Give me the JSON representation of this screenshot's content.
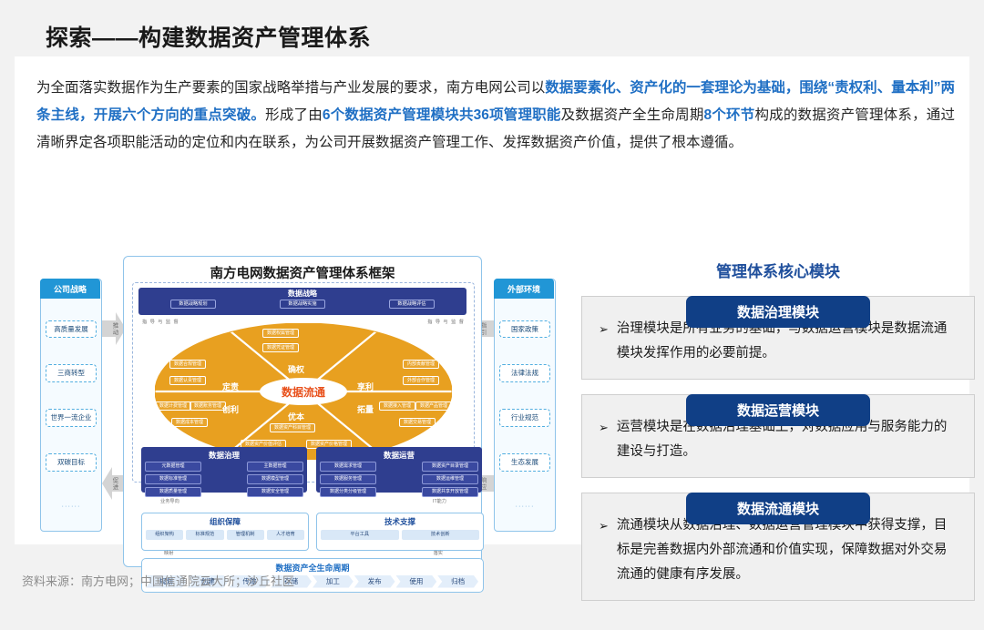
{
  "slide": {
    "title": "探索——构建数据资产管理体系",
    "footer": "资料来源：南方电网；中国信通院云大所；沙丘社区"
  },
  "paragraph": {
    "p1": "为全面落实数据作为生产要素的国家战略举措与产业发展的要求，南方电网公司以",
    "h1": "数据要素化、资产化的一套理论为基础，围绕“责权利、量本利”两条主线，开展六个方向的重点突破。",
    "p2": "形成了由",
    "h2": "6个数据资产管理模块共36项管理职能",
    "p3": "及数据资产全生命周期",
    "h3": "8个环节",
    "p4": "构成的数据资产管理体系，通过清晰界定各项职能活动的定位和内在联系，为公司开展数据资产管理工作、发挥数据资产价值，提供了根本遵循。"
  },
  "figure": {
    "title": "南方电网数据资产管理体系框架",
    "strategy": {
      "header": "数据战略",
      "items": [
        "数据战略规划",
        "数据战略实施",
        "数据战略评估"
      ]
    },
    "guide_left": "指 导 与 监 督",
    "guide_right": "指 导 与 监 督",
    "support_left": "支撑",
    "require_left": "要求",
    "require_right": "要求",
    "support_right": "支撑",
    "core": "数据流通",
    "directions": {
      "dingze": "定责",
      "quequan": "确权",
      "xiangli": "享利",
      "chuangli": "创利",
      "youben": "优本",
      "tuoliang": "拓量"
    },
    "chips": {
      "quequan": [
        "数据权属管理",
        "数据凭证管理"
      ],
      "dingze": [
        "数据合规管理",
        "数据认责管理"
      ],
      "xiangli": [
        "内部贡献管理",
        "外部合作管理"
      ],
      "chuangli": [
        "数据计费管理",
        "数据账务管理",
        "数据成本管理"
      ],
      "tuoliang": [
        "数据接入管理",
        "数据产品管理",
        "数据交易管理"
      ],
      "youben": [
        "数据资产科目管理",
        "数据资产价值评估",
        "数据资产价格管理"
      ]
    },
    "governance": {
      "header": "数据治理",
      "items": [
        "元数据管理",
        "主数据管理",
        "数据标准管理",
        "数据模型管理",
        "数据质量管理",
        "数据安全管理"
      ]
    },
    "operation": {
      "header": "数据运营",
      "items": [
        "数据需求管理",
        "数据资产目录管理",
        "数据服务管理",
        "数据运维管理",
        "数据分类分级管理",
        "数据共享开放管理"
      ]
    },
    "label_business": "业务导向",
    "label_it": "IT能力",
    "organization": {
      "header": "组织保障",
      "items": [
        "组织架构",
        "标准规范",
        "管理机制",
        "人才培育"
      ]
    },
    "technology": {
      "header": "技术支撑",
      "items": [
        "平台工具",
        "技术创新"
      ]
    },
    "label_map": "映射",
    "label_impl": "落实",
    "lifecycle": {
      "header": "数据资产全生命周期",
      "items": [
        "规划",
        "创建",
        "传输",
        "存储",
        "加工",
        "发布",
        "使用",
        "归档"
      ]
    },
    "left_panel": {
      "header": "公司战略",
      "items": [
        "高质量发展",
        "三商转型",
        "世界一流企业",
        "双碳目标",
        "······"
      ]
    },
    "right_panel": {
      "header": "外部环境",
      "items": [
        "国家政策",
        "法律法规",
        "行业规范",
        "生态发展",
        "······"
      ]
    },
    "arrows": {
      "push": "推动",
      "promote": "促进",
      "guide": "指引",
      "respond": "响应"
    }
  },
  "modules": {
    "title": "管理体系核心模块",
    "items": [
      {
        "head": "数据治理模块",
        "text": "治理模块是所有业务的基础，与数据运营模块是数据流通模块发挥作用的必要前提。"
      },
      {
        "head": "数据运营模块",
        "text": "运营模块是在数据治理基础上，对数据应用与服务能力的建设与打造。"
      },
      {
        "head": "数据流通模块",
        "text": "流通模块从数据治理、数据运营管理模块中获得支撑，目标是完善数据内外部流通和价值实现，保障数据对外交易流通的健康有序发展。"
      }
    ],
    "bullet_glyph": "➢"
  },
  "colors": {
    "brand_blue": "#1f6fc4",
    "deep_blue": "#2f3e8f",
    "module_blue": "#103f86",
    "orange": "#e8a020",
    "core_orange": "#e8501b",
    "panel_cyan": "#2196d6"
  }
}
